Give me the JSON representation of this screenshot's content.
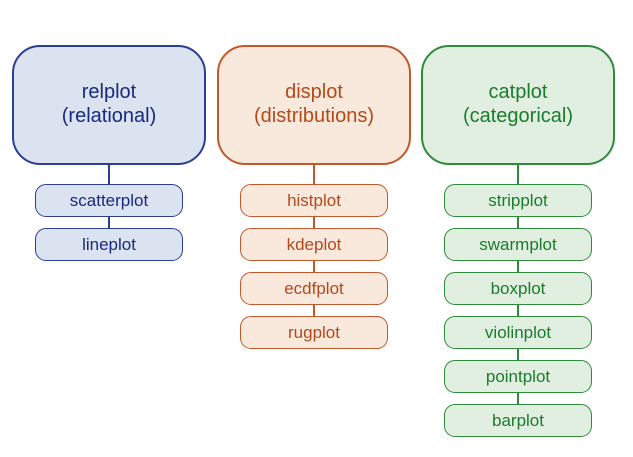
{
  "diagram": {
    "background_color": "#ffffff",
    "columns": [
      {
        "id": "relplot",
        "title_line1": "relplot",
        "title_line2": "(relational)",
        "border_color": "#2a3f94",
        "text_color": "#172a7e",
        "fill_color": "#dce3f0",
        "children": [
          "scatterplot",
          "lineplot"
        ]
      },
      {
        "id": "displot",
        "title_line1": "displot",
        "title_line2": "(distributions)",
        "border_color": "#c2592b",
        "text_color": "#b34a1c",
        "fill_color": "#f9e8dc",
        "children": [
          "histplot",
          "kdeplot",
          "ecdfplot",
          "rugplot"
        ]
      },
      {
        "id": "catplot",
        "title_line1": "catplot",
        "title_line2": "(categorical)",
        "border_color": "#2f8b3b",
        "text_color": "#1a7c2c",
        "fill_color": "#e0efe0",
        "children": [
          "stripplot",
          "swarmplot",
          "boxplot",
          "violinplot",
          "pointplot",
          "barplot"
        ]
      }
    ]
  }
}
